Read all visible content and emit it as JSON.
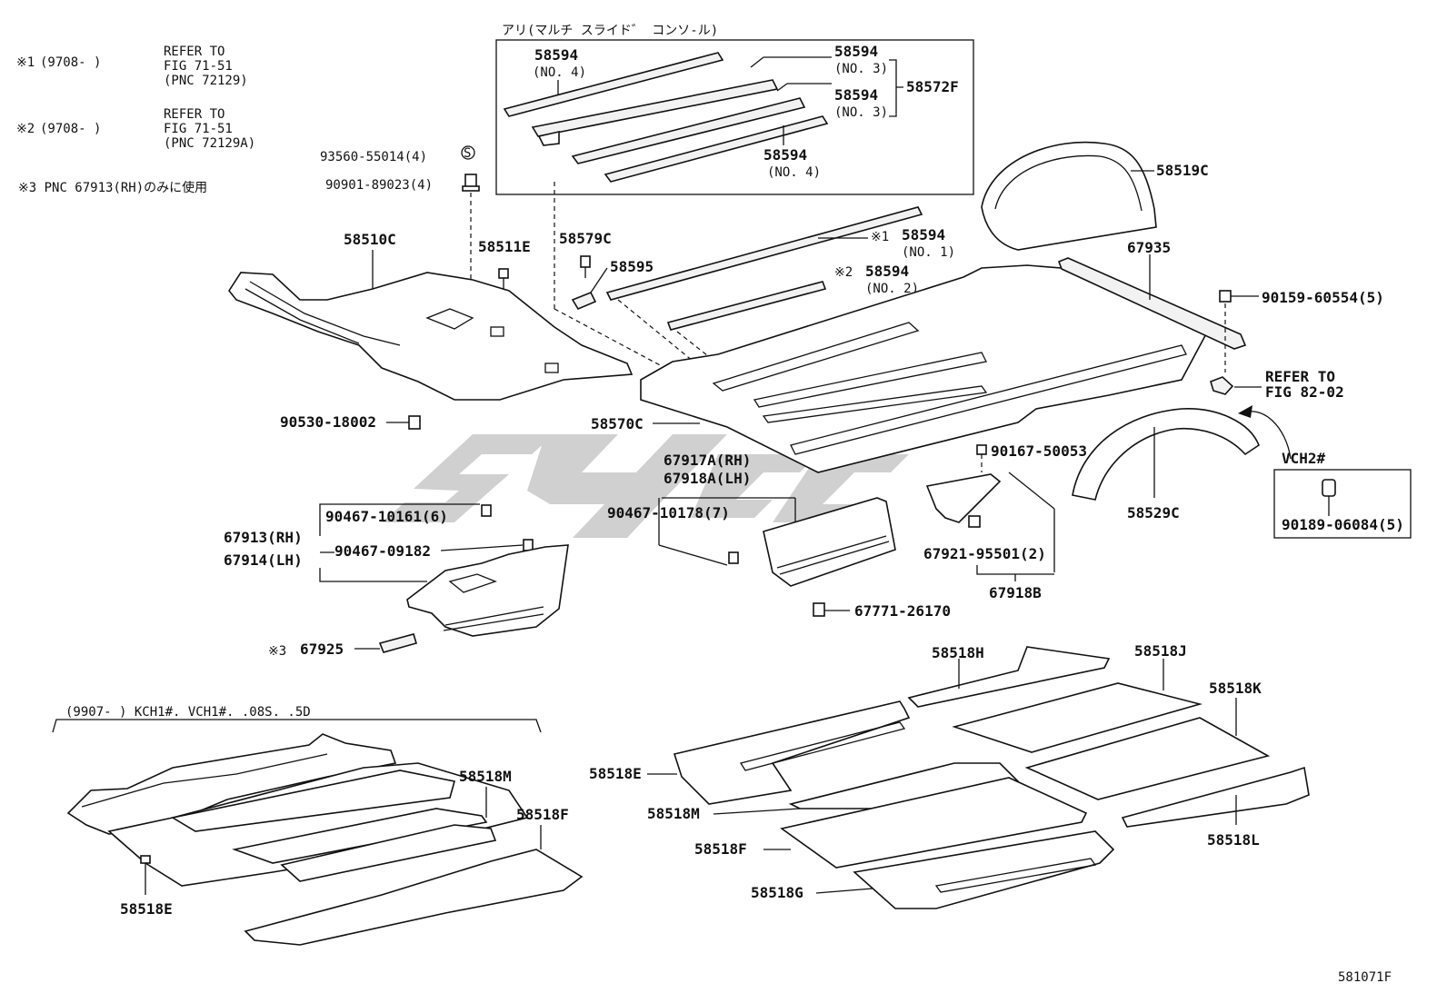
{
  "notes": {
    "n1_mark": "※1",
    "n1_range": "(9708-      )",
    "n1_ref1": "REFER TO",
    "n1_ref2": "FIG 71-51",
    "n1_ref3": "(PNC 72129)",
    "n2_mark": "※2",
    "n2_range": "(9708-      )",
    "n2_ref1": "REFER TO",
    "n2_ref2": "FIG 71-51",
    "n2_ref3": "(PNC 72129A)",
    "n3": "※3 PNC 67913(RH)のみに使用"
  },
  "box_top": {
    "title": "アリ(マルチ スライド゛ コンソ-ル)"
  },
  "labels": {
    "p58594_a": "58594",
    "p58594_a_no": "(NO. 4)",
    "p58594_b": "58594",
    "p58594_b_no": "(NO. 3)",
    "p58594_c": "58594",
    "p58594_c_no": "(NO. 3)",
    "p58572F": "58572F",
    "p58594_d": "58594",
    "p58594_d_no": "(NO. 4)",
    "p93560": "93560-55014(4)",
    "p90901": "90901-89023(4)",
    "p58519C": "58519C",
    "p58510C": "58510C",
    "p58511E": "58511E",
    "p58579C": "58579C",
    "p58595": "58595",
    "p58594_n1_mark": "※1",
    "p58594_n1": "58594",
    "p58594_n1_no": "(NO. 1)",
    "p58594_n2_mark": "※2",
    "p58594_n2": "58594",
    "p58594_n2_no": "(NO. 2)",
    "p67935": "67935",
    "p90159": "90159-60554(5)",
    "refer1": "REFER TO",
    "refer2": "FIG 82-02",
    "p90530": "90530-18002",
    "p58570C": "58570C",
    "p90167": "90167-50053",
    "p67917A": "67917A(RH)",
    "p67918A": "67918A(LH)",
    "vch2": "VCH2#",
    "p90189": "90189-06084(5)",
    "p58529C": "58529C",
    "p90467_10161": "90467-10161(6)",
    "p90467_10178": "90467-10178(7)",
    "p67913": "67913(RH)",
    "p67914": "67914(LH)",
    "p90467_09182": "90467-09182",
    "p67921": "67921-95501(2)",
    "p67918B": "67918B",
    "p67771": "67771-26170",
    "p67925_mark": "※3",
    "p67925": "67925",
    "p58518H": "58518H",
    "p58518J": "58518J",
    "p58518K": "58518K",
    "bottom_range": "(9907-        ) KCH1#. VCH1#. .08S. .5D",
    "p58518M_l": "58518M",
    "p58518F_l": "58518F",
    "p58518E_l": "58518E",
    "p58518E_r": "58518E",
    "p58518M_r": "58518M",
    "p58518F_r": "58518F",
    "p58518G": "58518G",
    "p58518L": "58518L",
    "fig_code": "581071F"
  },
  "colors": {
    "ink": "#111111",
    "watermark": "#c8c8c8"
  }
}
